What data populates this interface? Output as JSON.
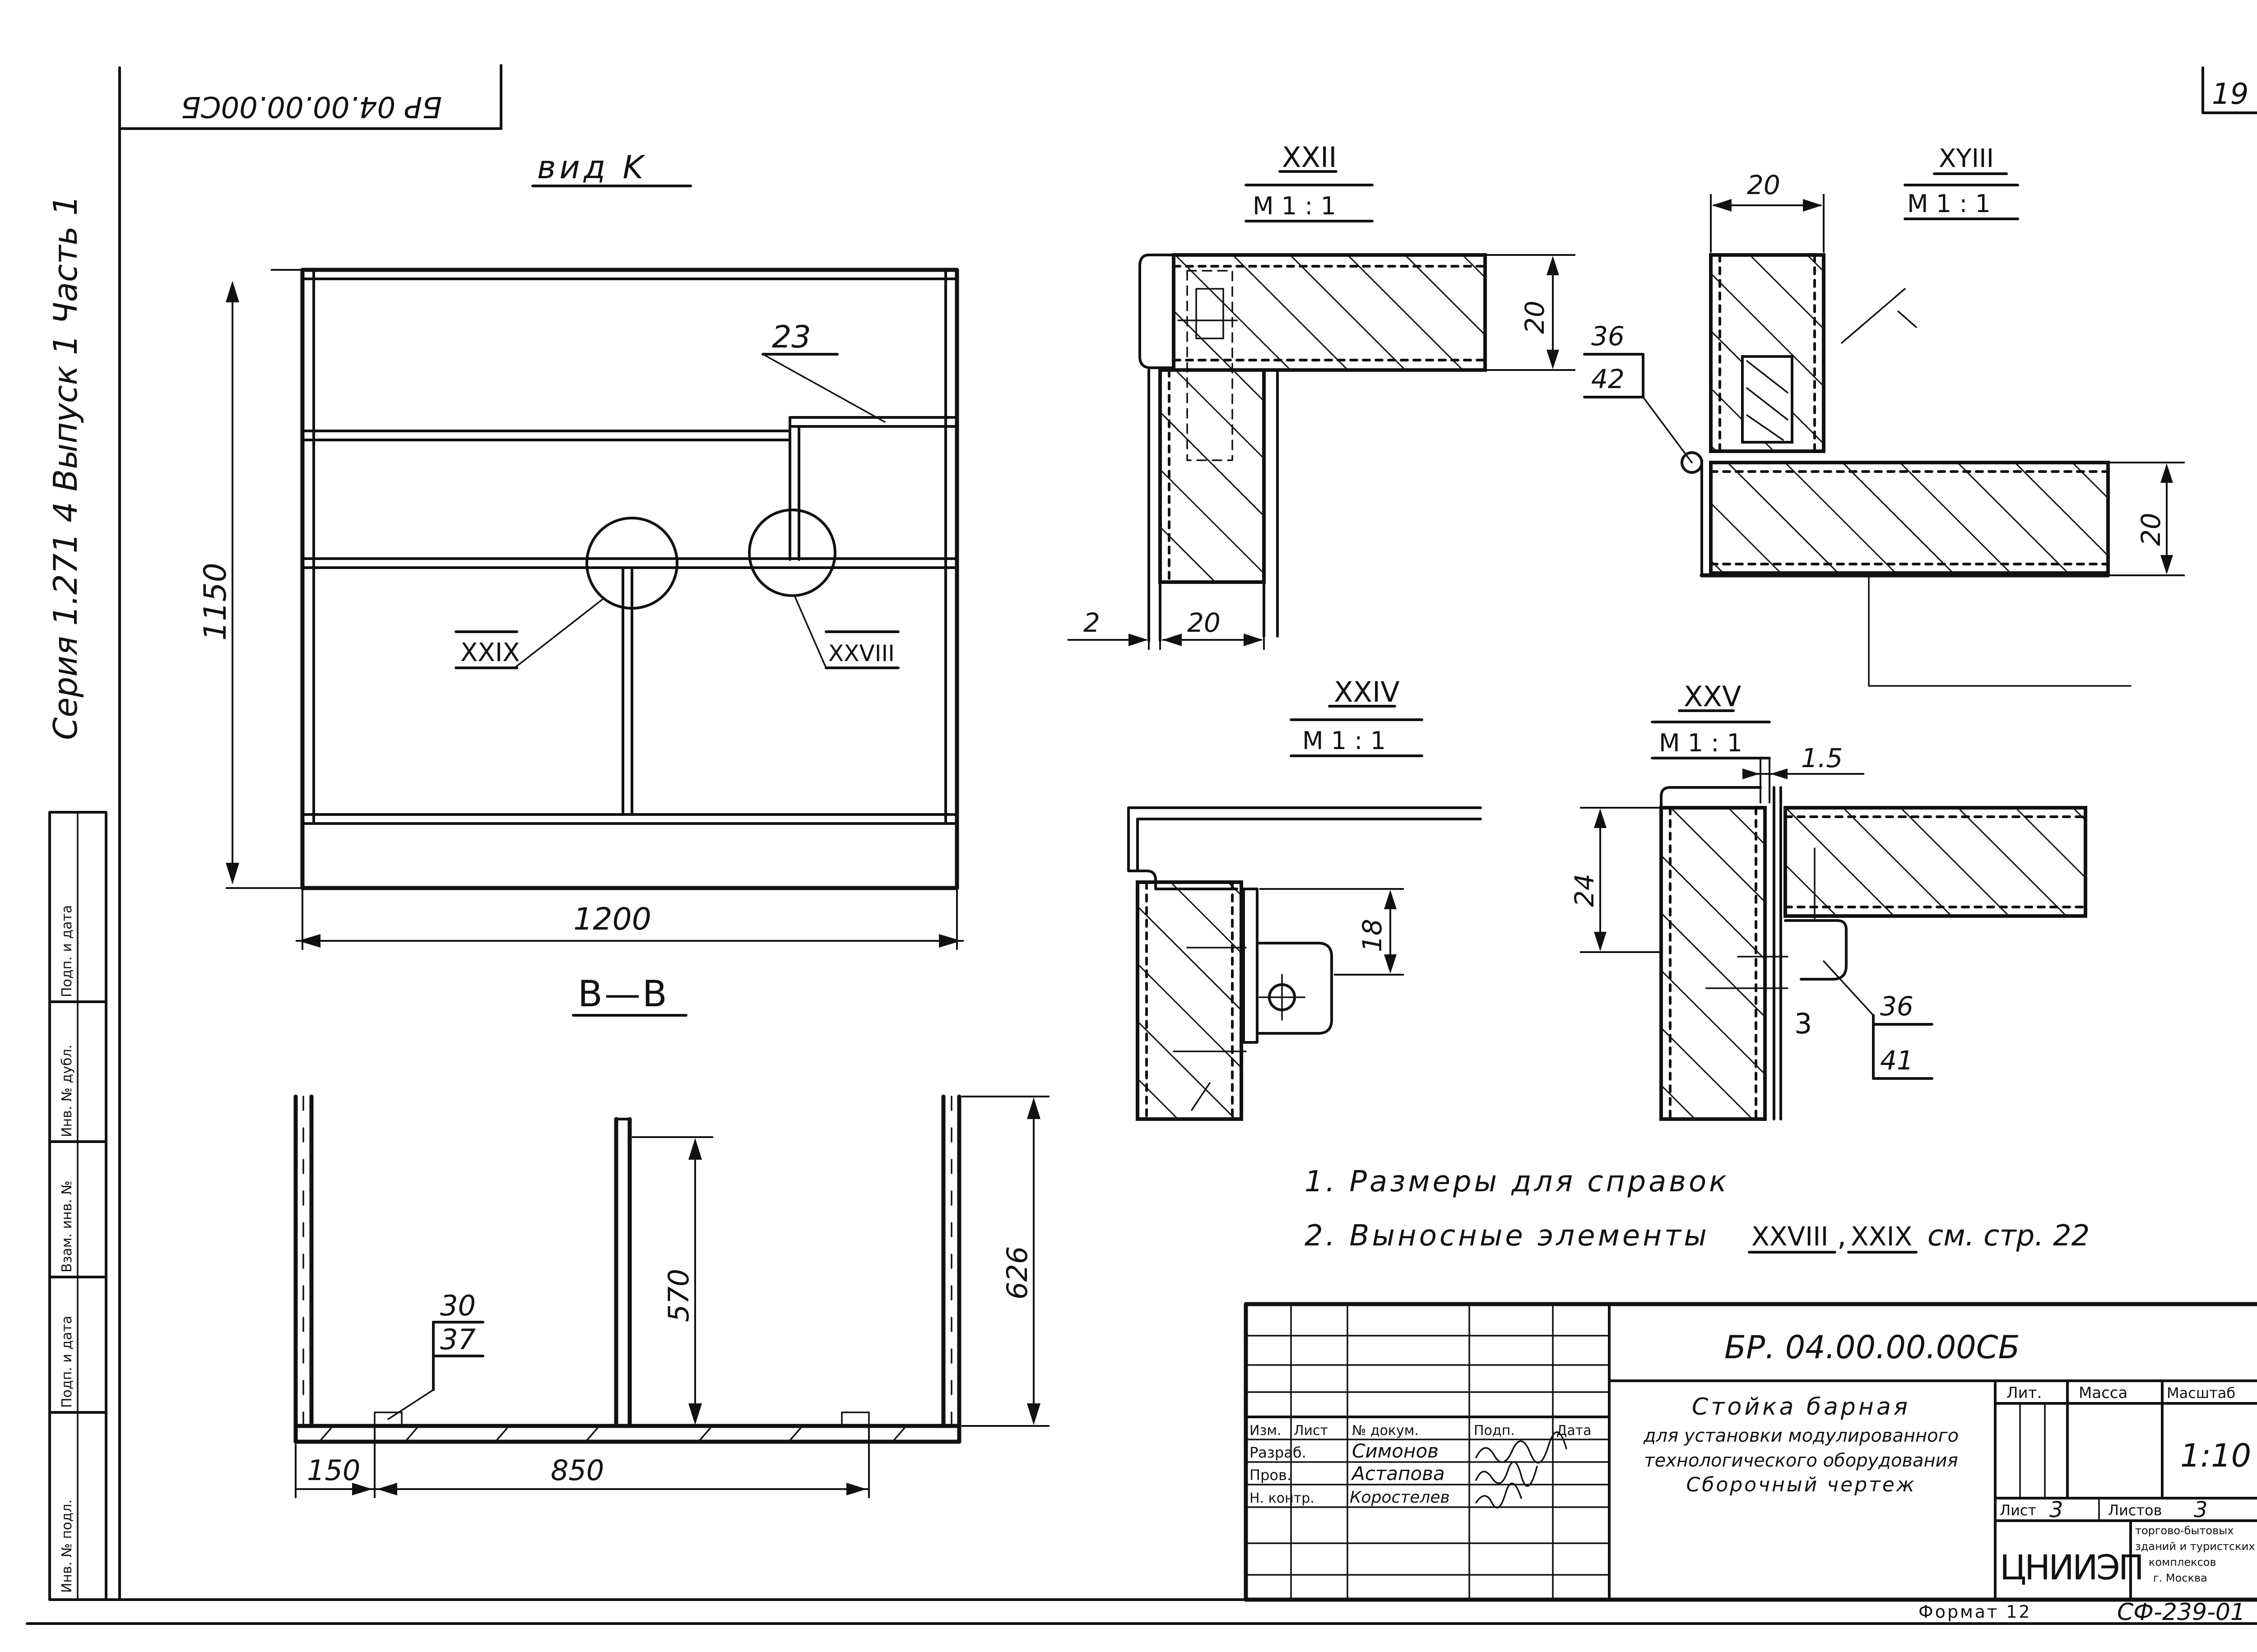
{
  "sheet": {
    "page_number": "19",
    "stamp_code": "БР 04.00.00.00СБ",
    "series_text": "Серия 1.271 4 Выпуск 1 Часть 1"
  },
  "side_stamp": {
    "cells": [
      "Инв. № подл.",
      "Подп. и дата",
      "Взам. инв. №",
      "Инв. № дубл.",
      "Подп. и дата"
    ]
  },
  "view_k": {
    "title": "вид K",
    "callout_23": "23",
    "callout_xxix": "XXIX",
    "callout_xxviii": "XXVIII",
    "dim_height": "1150",
    "dim_width": "1200"
  },
  "section_bb": {
    "title": "В—В",
    "callout_30": "30",
    "callout_37": "37",
    "dim_570": "570",
    "dim_626": "626",
    "dim_150": "150",
    "dim_850": "850"
  },
  "detail_xxii": {
    "title": "XXII",
    "scale": "М 1 : 1",
    "dim_20_vertical": "20",
    "dim_2": "2",
    "dim_20_horizontal": "20"
  },
  "detail_xviii": {
    "title": "XYIII",
    "scale": "М 1 : 1",
    "dim_20_top": "20",
    "dim_20_side": "20",
    "callout_36": "36",
    "callout_42": "42"
  },
  "detail_xxiv": {
    "title": "XXIV",
    "scale": "М 1 : 1",
    "dim_18": "18"
  },
  "detail_xxv": {
    "title": "XXV",
    "scale": "М 1 : 1",
    "dim_1_5": "1.5",
    "dim_24": "24",
    "dim_3": "3",
    "callout_36": "36",
    "callout_41": "41"
  },
  "notes": {
    "line1": "1. Размеры для справок",
    "line2_prefix": "2. Выносные элементы",
    "line2_ref1": "XXVIII",
    "line2_sep": ",",
    "line2_ref2": "XXIX",
    "line2_suffix": "см. стр. 22"
  },
  "title_block": {
    "doc_code": "БР. 04.00.00.00СБ",
    "name_line1": "Стойка барная",
    "name_line2": "для установки модулированного",
    "name_line3": "технологического оборудования",
    "name_line4": "Сборочный чертеж",
    "hdr_izm": "Изм.",
    "hdr_list": "Лист",
    "hdr_doc": "№ докум.",
    "hdr_podp": "Подп.",
    "hdr_data": "Дата",
    "role_razrab": "Разраб.",
    "role_prov": "Пров.",
    "role_nkontr": "Н. контр.",
    "name_razrab": "Симонов",
    "name_prov": "Астапова",
    "name_nkontr": "Коростелев",
    "lit_label": "Лит.",
    "massa_label": "Масса",
    "masshtab_label": "Масштаб",
    "scale_value": "1:10",
    "sheet_label": "Лист",
    "sheet_value": "3",
    "sheets_label": "Листов",
    "sheets_value": "3",
    "org_logo": "ЦНИИЭП",
    "org_line1": "торгово-бытовых",
    "org_line2": "зданий и туристских",
    "org_line3": "комплексов",
    "org_line4": "г. Москва"
  },
  "footer": {
    "format_text": "Формат 12",
    "code_text": "СФ-239-01"
  }
}
